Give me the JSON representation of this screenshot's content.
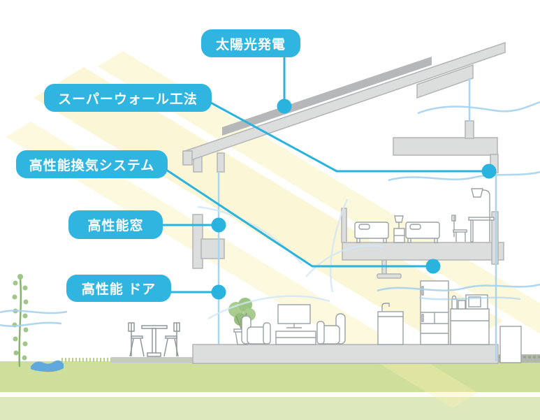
{
  "diagram": {
    "type": "house-cross-section-infographic",
    "callouts": [
      {
        "id": "solar",
        "label": "太陽光発電"
      },
      {
        "id": "super-wall",
        "label": "スーパーウォール工法"
      },
      {
        "id": "ventilation",
        "label": "高性能換気システム"
      },
      {
        "id": "window",
        "label": "高性能窓"
      },
      {
        "id": "door",
        "label": "高性能 ドア"
      }
    ],
    "colors": {
      "callout_bg": "#2fb5e0",
      "callout_text": "#ffffff",
      "callout_line": "#29b3de",
      "structure_fill": "#dcdddd",
      "structure_stroke": "#b3b4b5",
      "solar_panel": "#b6b7b9",
      "sunbeam": "#f7eeab",
      "airflow_wave": "#a5d2ee",
      "duct_line": "#a9d5ef",
      "furniture_line": "#99a1a6",
      "grass": "#cddf9b",
      "ground_band": "#dde9bd",
      "pond": "#5fa9dd",
      "plant_green": "#9cc483"
    }
  }
}
